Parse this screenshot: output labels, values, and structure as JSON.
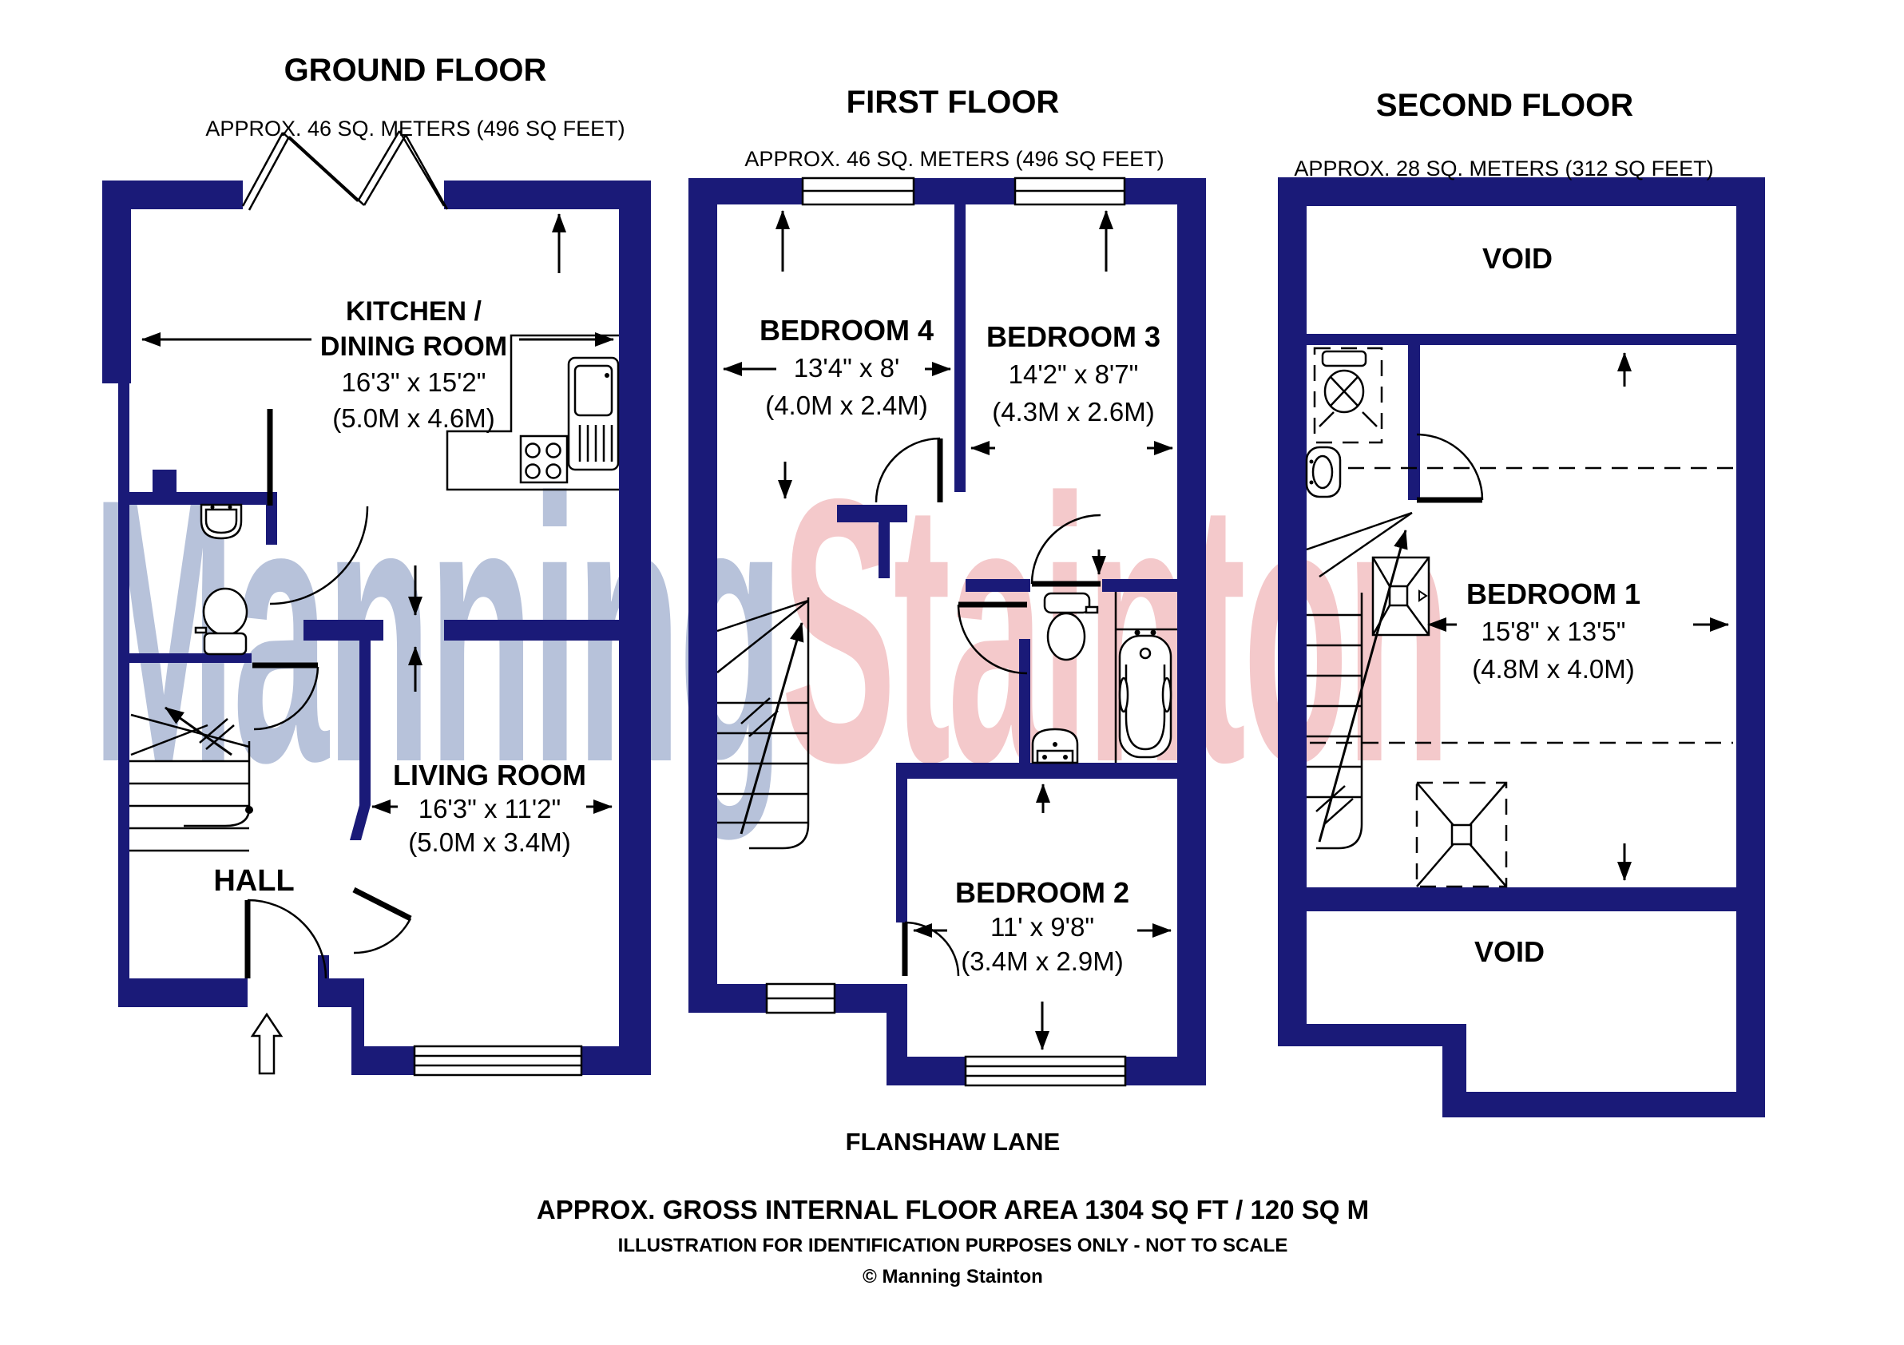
{
  "watermark": {
    "part1": "Manning",
    "part2": "Stainton"
  },
  "colors": {
    "wall_navy": "#1a1a78",
    "line_black": "#000000",
    "watermark_blue": "#b7c2da",
    "watermark_pink": "#f4c9cb"
  },
  "floors": [
    {
      "title": "GROUND FLOOR",
      "subtitle": "APPROX. 46 SQ. METERS (496 SQ FEET)",
      "rooms": {
        "kitchen": {
          "line1": "KITCHEN /",
          "line2": "DINING ROOM",
          "imperial": "16'3\" x 15'2\"",
          "metric": "(5.0M x 4.6M)"
        },
        "living": {
          "name": "LIVING ROOM",
          "imperial": "16'3\" x 11'2\"",
          "metric": "(5.0M x 3.4M)"
        },
        "hall": {
          "name": "HALL"
        }
      }
    },
    {
      "title": "FIRST FLOOR",
      "subtitle": "APPROX. 46 SQ. METERS (496 SQ FEET)",
      "rooms": {
        "bedroom4": {
          "name": "BEDROOM 4",
          "imperial": "13'4\" x 8'",
          "metric": "(4.0M x 2.4M)"
        },
        "bedroom3": {
          "name": "BEDROOM 3",
          "imperial": "14'2\" x 8'7\"",
          "metric": "(4.3M x 2.6M)"
        },
        "bedroom2": {
          "name": "BEDROOM 2",
          "imperial": "11' x 9'8\"",
          "metric": "(3.4M x 2.9M)"
        }
      }
    },
    {
      "title": "SECOND FLOOR",
      "subtitle": "APPROX. 28 SQ. METERS (312 SQ FEET)",
      "rooms": {
        "void_top": {
          "name": "VOID"
        },
        "bedroom1": {
          "name": "BEDROOM 1",
          "imperial": "15'8\" x 13'5\"",
          "metric": "(4.8M x 4.0M)"
        },
        "void_bottom": {
          "name": "VOID"
        }
      }
    }
  ],
  "footer": {
    "address": "FLANSHAW LANE",
    "area": "APPROX. GROSS INTERNAL FLOOR AREA 1304 SQ FT / 120 SQ M",
    "disclaimer": "ILLUSTRATION FOR IDENTIFICATION PURPOSES ONLY - NOT TO SCALE",
    "copyright": "© Manning Stainton"
  }
}
